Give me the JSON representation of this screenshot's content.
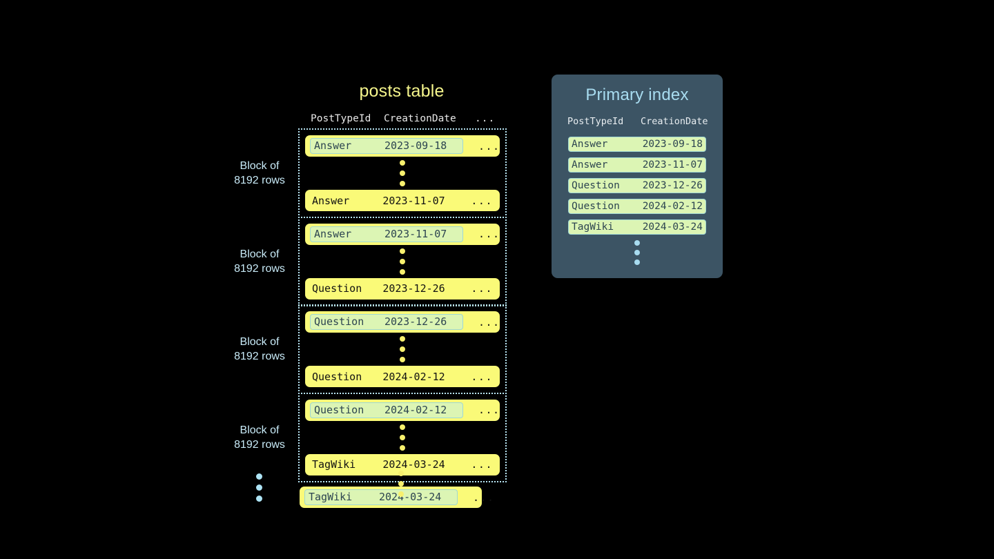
{
  "posts_table": {
    "title": "posts table",
    "columns": [
      "PostTypeId",
      "CreationDate",
      "..."
    ],
    "block_label": "Block of\n8192 rows",
    "block_label_line1": "Block of",
    "block_label_line2": "8192 rows",
    "more_cell": "...",
    "blocks": [
      {
        "label_line1": "Block of",
        "label_line2": "8192 rows",
        "first_row": {
          "post_type_id": "Answer",
          "creation_date": "2023-09-18",
          "more": "...",
          "highlighted": true
        },
        "last_row": {
          "post_type_id": "Answer",
          "creation_date": "2023-11-07",
          "more": "...",
          "highlighted": false
        }
      },
      {
        "label_line1": "Block of",
        "label_line2": "8192 rows",
        "first_row": {
          "post_type_id": "Answer",
          "creation_date": "2023-11-07",
          "more": "...",
          "highlighted": true
        },
        "last_row": {
          "post_type_id": "Question",
          "creation_date": "2023-12-26",
          "more": "...",
          "highlighted": false
        }
      },
      {
        "label_line1": "Block of",
        "label_line2": "8192 rows",
        "first_row": {
          "post_type_id": "Question",
          "creation_date": "2023-12-26",
          "more": "...",
          "highlighted": true
        },
        "last_row": {
          "post_type_id": "Question",
          "creation_date": "2024-02-12",
          "more": "...",
          "highlighted": false
        }
      },
      {
        "label_line1": "Block of",
        "label_line2": "8192 rows",
        "first_row": {
          "post_type_id": "Question",
          "creation_date": "2024-02-12",
          "more": "...",
          "highlighted": true
        },
        "last_row": {
          "post_type_id": "TagWiki",
          "creation_date": "2024-03-24",
          "more": "...",
          "highlighted": false
        }
      }
    ],
    "trailing_row": {
      "post_type_id": "TagWiki",
      "creation_date": "2024-03-24",
      "more": "...",
      "highlighted": true
    }
  },
  "primary_index": {
    "title": "Primary index",
    "columns": [
      "PostTypeId",
      "CreationDate"
    ],
    "rows": [
      {
        "post_type_id": "Answer",
        "creation_date": "2023-09-18"
      },
      {
        "post_type_id": "Answer",
        "creation_date": "2023-11-07"
      },
      {
        "post_type_id": "Question",
        "creation_date": "2023-12-26"
      },
      {
        "post_type_id": "Question",
        "creation_date": "2024-02-12"
      },
      {
        "post_type_id": "TagWiki",
        "creation_date": "2024-03-24"
      }
    ]
  },
  "colors": {
    "background": "#000000",
    "row_yellow": "#fafa78",
    "title_yellow": "#f5f58c",
    "highlight_mint": "#dcf5b4",
    "highlight_border": "#9fd7d4",
    "panel_slate": "#3c5464",
    "accent_blue": "#a8dcf0",
    "dot_yellow": "#f7f06e",
    "dot_blue": "#aee4f5",
    "text_dark": "#111111",
    "text_slate": "#2c4450"
  }
}
